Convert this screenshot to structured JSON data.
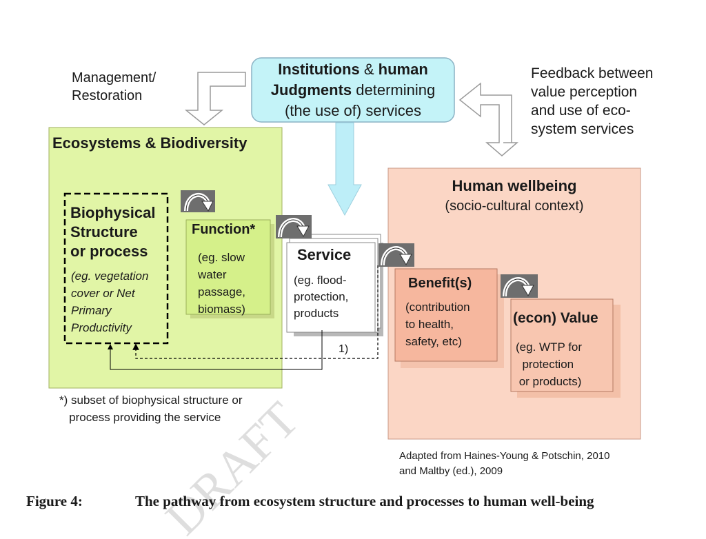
{
  "management_label": "Management/\nRestoration",
  "institutions": {
    "institutions_bold": "Institutions",
    "amp": " & ",
    "human_bold": "human",
    "judgments_bold": "Judgments",
    "determining": " determining",
    "line3": "(the use of) services"
  },
  "feedback_label": "Feedback between\nvalue perception\nand use of eco-\nsystem services",
  "ecosystems_title": "Ecosystems & Biodiversity",
  "biophysical": {
    "title": "Biophysical\nStructure\nor process",
    "example": "(eg. vegetation\ncover or Net\nPrimary\nProductivity"
  },
  "function": {
    "title": "Function*",
    "example": "(eg. slow\nwater\npassage,\nbiomass)"
  },
  "service": {
    "title": "Service",
    "example": "(eg. flood-\nprotection,\nproducts"
  },
  "human_wellbeing": {
    "title": "Human wellbeing",
    "subtitle": "(socio-cultural context)"
  },
  "benefit": {
    "title": "Benefit(s)",
    "example": "(contribution\nto health,\nsafety, etc)"
  },
  "value": {
    "title": "(econ) Value",
    "example": "(eg. WTP for\n  protection\n or products)"
  },
  "feedback_note": "1)",
  "footnote": "*) subset of biophysical structure or\n   process providing the service",
  "source": "Adapted from Haines-Young & Potschin, 2010\nand Maltby (ed.), 2009",
  "caption": {
    "label": "Figure 4:",
    "text": "The pathway from ecosystem structure and processes to human well-being"
  },
  "watermark": "DRAFT",
  "colors": {
    "ecosystems_fill": "#e1f5a6",
    "function_fill": "#d5f08a",
    "institutions_fill": "#c4f3f8",
    "institutions_stroke": "#8ab2c4",
    "wellbeing_fill": "#fbd6c5",
    "benefit_fill": "#f6b79e",
    "value_fill": "#f8c6b0",
    "arrow_blue": "#bdeef8"
  },
  "icons": [
    "curved-arrow-icon",
    "hollow-bent-arrow-icon",
    "hollow-feedback-arrow-icon",
    "down-arrow-icon"
  ]
}
